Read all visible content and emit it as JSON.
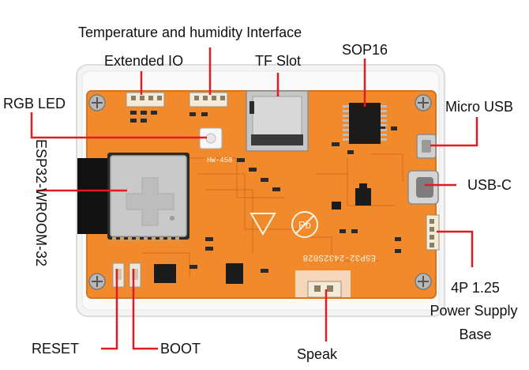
{
  "labels": {
    "temp_humidity": "Temperature and humidity Interface",
    "extended_io": "Extended IO",
    "tf_slot": "TF Slot",
    "sop16": "SOP16",
    "rgb_led": "RGB LED",
    "micro_usb": "Micro USB",
    "esp32": "ESP32-WROOM-32",
    "usb_c": "USB-C",
    "power_line1": "4P 1.25",
    "power_line2": "Power Supply",
    "power_line3": "Base",
    "reset": "RESET",
    "boot": "BOOT",
    "speak": "Speak"
  },
  "board": {
    "silk_hw": "HW-458",
    "silk_model": "ESP32-2432S028",
    "pb_mark": "Pb"
  },
  "colors": {
    "pcb": "#f08a2c",
    "pcb_dark": "#d9731c",
    "callout": "#e01b24",
    "chip": "#1b1b1b",
    "shield": "#c9c9c9"
  }
}
